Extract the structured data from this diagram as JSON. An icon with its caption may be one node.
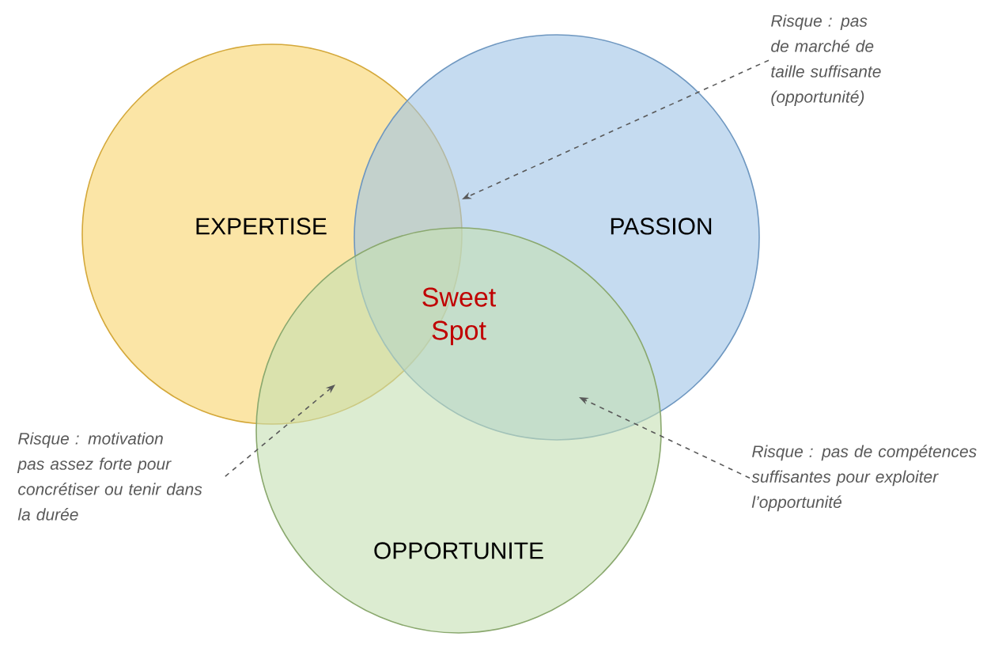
{
  "diagram": {
    "nodes": [
      {
        "text": [
          "EXPERTISE"
        ]
      },
      {
        "text": [
          "PASSION"
        ]
      },
      {
        "text": [
          "OPPORTUNITE"
        ]
      },
      {
        "text": [
          "Risque : pas de marché de taille suffisante (opportunité)"
        ]
      },
      {
        "text": [
          "Risque : motivation pas assez forte pour concrétiser ou tenir dans la durée"
        ]
      },
      {
        "text": [
          "Risque : pas de compétences suffisantes pour exploiter l’opportunité"
        ]
      }
    ],
    "edges": [
      {
        "from": 3,
        "to": 1,
        "arrow": "to",
        "style": "dashed"
      },
      {
        "from": 4,
        "to": 0,
        "arrow": "to",
        "style": "dashed"
      },
      {
        "from": 5,
        "to": 1,
        "arrow": "to",
        "style": "dashed"
      }
    ],
    "labels": [
      "Sweet Spot"
    ]
  }
}
